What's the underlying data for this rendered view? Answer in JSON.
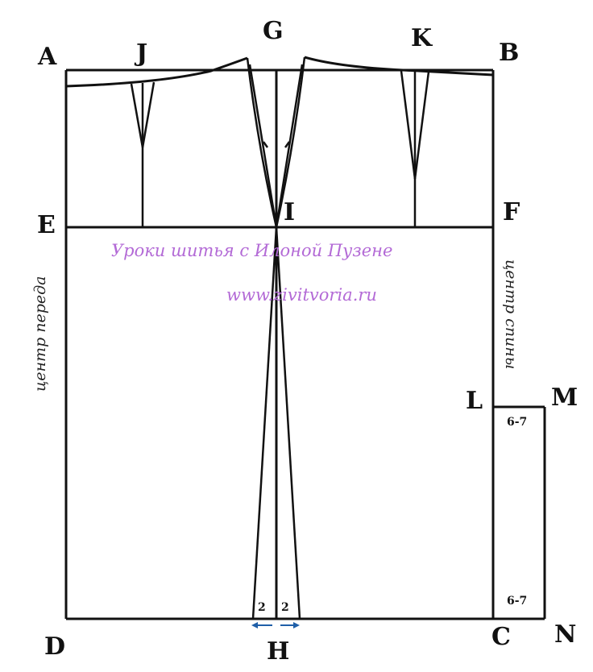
{
  "points": {
    "A": "A",
    "B": "B",
    "C": "C",
    "D": "D",
    "E": "E",
    "F": "F",
    "G": "G",
    "H": "H",
    "I": "I",
    "J": "J",
    "K": "K",
    "L": "L",
    "M": "M",
    "N": "N"
  },
  "labels": {
    "center_front": "центр переда",
    "center_back": "центр спины"
  },
  "watermark": {
    "line1": "Уроки шитья с Илоной Пузене",
    "line2": "www.zivitvoria.ru"
  },
  "measurements": {
    "lm_top": "6-7",
    "lm_bottom": "6-7",
    "h_left": "2",
    "h_right": "2"
  },
  "colors": {
    "lines": "#111111",
    "watermark": "#b36ad6",
    "arrow": "#1f5fa8"
  }
}
